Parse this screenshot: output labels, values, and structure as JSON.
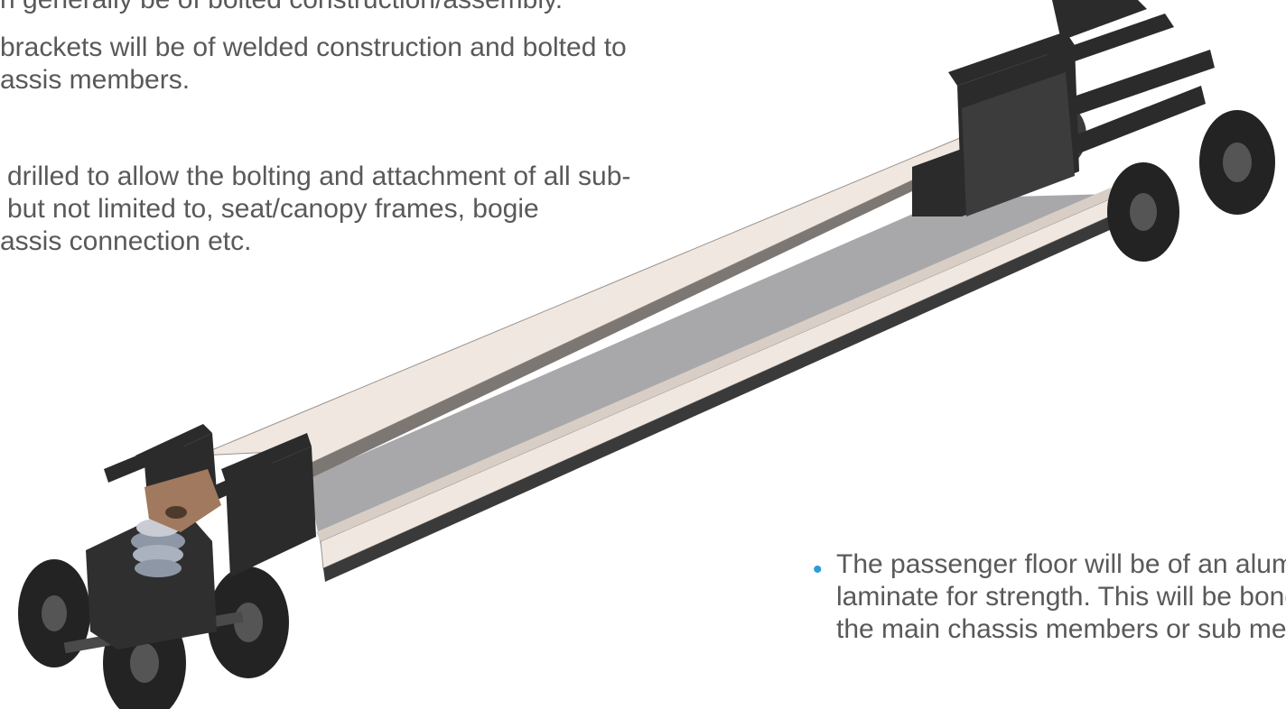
{
  "text_top": {
    "line1": "n generally be of bolted construction/assembly.",
    "line2": "brackets will be of welded construction and bolted to",
    "line3": "assis members.",
    "line4": "drilled to allow the bolting and attachment of all sub-",
    "line5": "but not limited to, seat/canopy frames, bogie",
    "line6": "assis connection etc."
  },
  "bullet": {
    "line1": "The passenger floor will be of an aluminum honeycomb",
    "line2": "laminate for strength. This will be bonded and bolted to",
    "line3": "the main chassis members or sub members."
  },
  "colors": {
    "text": "#595959",
    "bullet": "#2e9bd6",
    "frame_dark": "#2b2b2b",
    "rail_light": "#efe7e0",
    "floor_gray": "#a8a8aa"
  }
}
